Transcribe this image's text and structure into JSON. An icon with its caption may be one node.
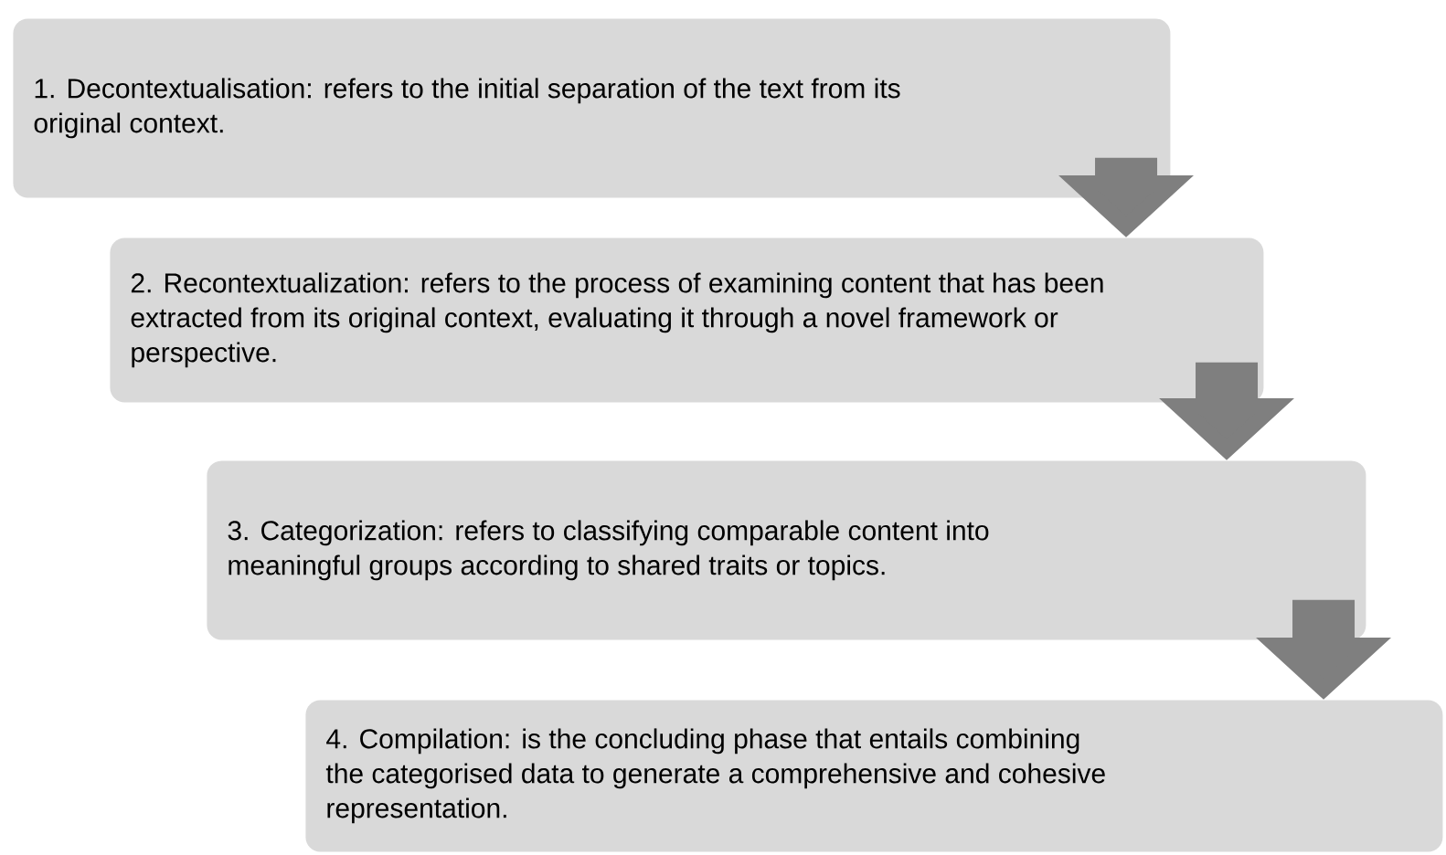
{
  "diagram": {
    "nodes": [
      {
        "text": [
          "1. Decontextualisation: refers to the initial separation of the text from its original context."
        ]
      },
      {
        "text": [
          "2. Recontextualization: refers to the process of examining content that has been extracted from its original context, evaluating it through a novel framework or perspective."
        ]
      },
      {
        "text": [
          "3. Categorization: refers to classifying comparable content into meaningful groups according to shared traits or topics."
        ]
      },
      {
        "text": [
          "4. Compilation: is the concluding phase that entails combining the categorised data to generate a comprehensive and cohesive representation."
        ]
      }
    ],
    "edges": [
      {
        "from": 0,
        "to": 1,
        "arrow": "to"
      },
      {
        "from": 1,
        "to": 2,
        "arrow": "to"
      },
      {
        "from": 2,
        "to": 3,
        "arrow": "to"
      }
    ]
  }
}
